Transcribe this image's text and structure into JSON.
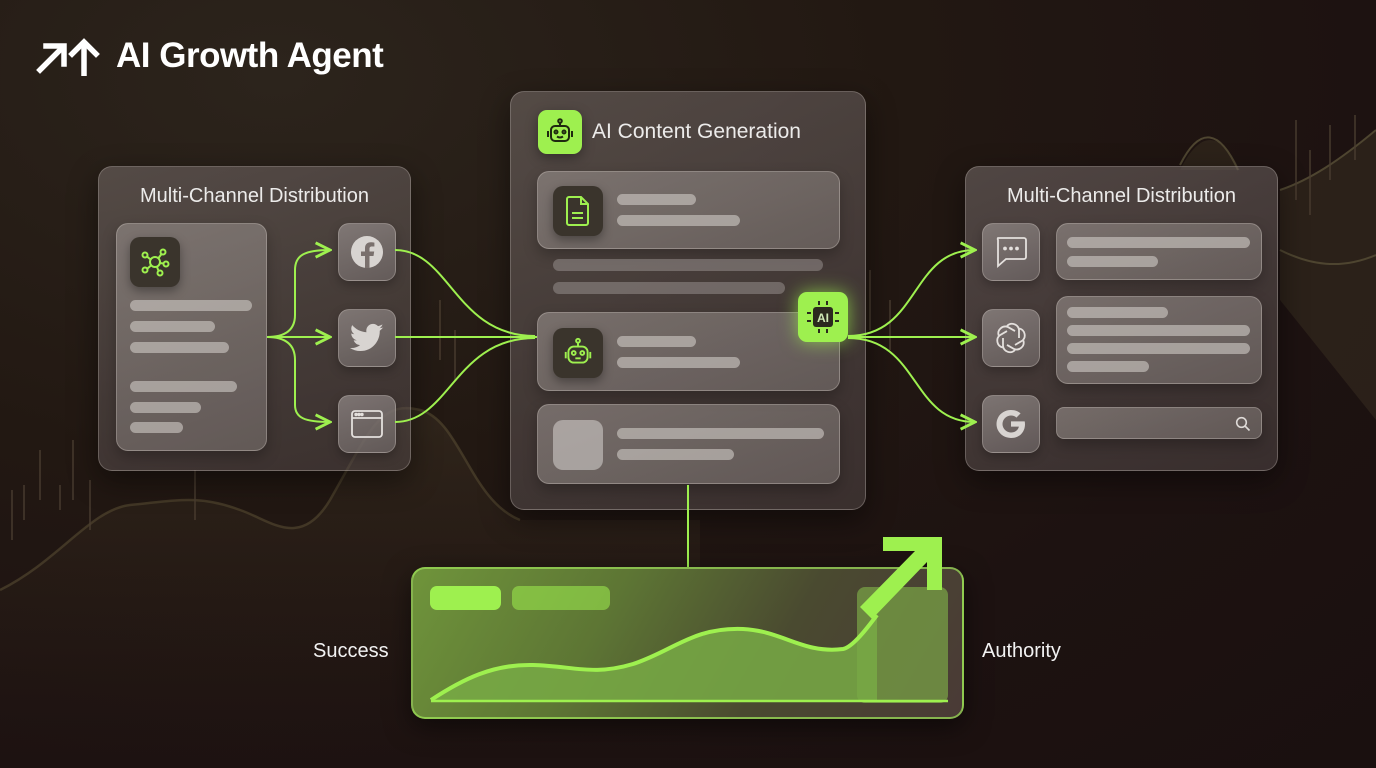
{
  "header": {
    "title": "AI Growth Agent",
    "icon": "growth-arrows-icon"
  },
  "colors": {
    "accent": "#9ef04f",
    "background": "#1d1211",
    "panel": "#5f5554",
    "text": "#ffffff"
  },
  "left_panel": {
    "title": "Multi-Channel Distribution",
    "source_card": {
      "icon": "network-hub-icon",
      "text_lines": 6
    },
    "channels": [
      {
        "name": "Facebook",
        "icon": "facebook-icon"
      },
      {
        "name": "Twitter",
        "icon": "twitter-icon"
      },
      {
        "name": "Website",
        "icon": "browser-window-icon"
      }
    ]
  },
  "center_panel": {
    "title": "AI Content Generation",
    "icon": "robot-icon",
    "cards": [
      {
        "icon": "document-icon",
        "text_lines": 2
      },
      {
        "icon": "robot-icon",
        "text_lines": 2
      },
      {
        "icon": "placeholder-image-icon",
        "text_lines": 2
      }
    ],
    "ai_badge": "AI"
  },
  "right_panel": {
    "title": "Multi-Channel Distribution",
    "channels": [
      {
        "name": "Chat",
        "icon": "chat-bubble-icon",
        "text_lines": 2
      },
      {
        "name": "ChatGPT",
        "icon": "openai-icon",
        "text_lines": 4
      },
      {
        "name": "Google Search",
        "icon": "google-icon",
        "search": true
      }
    ]
  },
  "outcome": {
    "left_label": "Success",
    "right_label": "Authority",
    "icon": "trend-up-arrow-icon"
  },
  "chart_data": {
    "type": "area",
    "title": "",
    "xlabel": "",
    "ylabel": "",
    "x": [
      0,
      1,
      2,
      3,
      4,
      5,
      6,
      7,
      8,
      9
    ],
    "values": [
      0,
      28,
      33,
      30,
      50,
      64,
      60,
      55,
      60,
      90
    ],
    "legend": [],
    "grid": false,
    "annotations": [
      "Success",
      "Authority"
    ],
    "ylim": [
      0,
      100
    ]
  }
}
